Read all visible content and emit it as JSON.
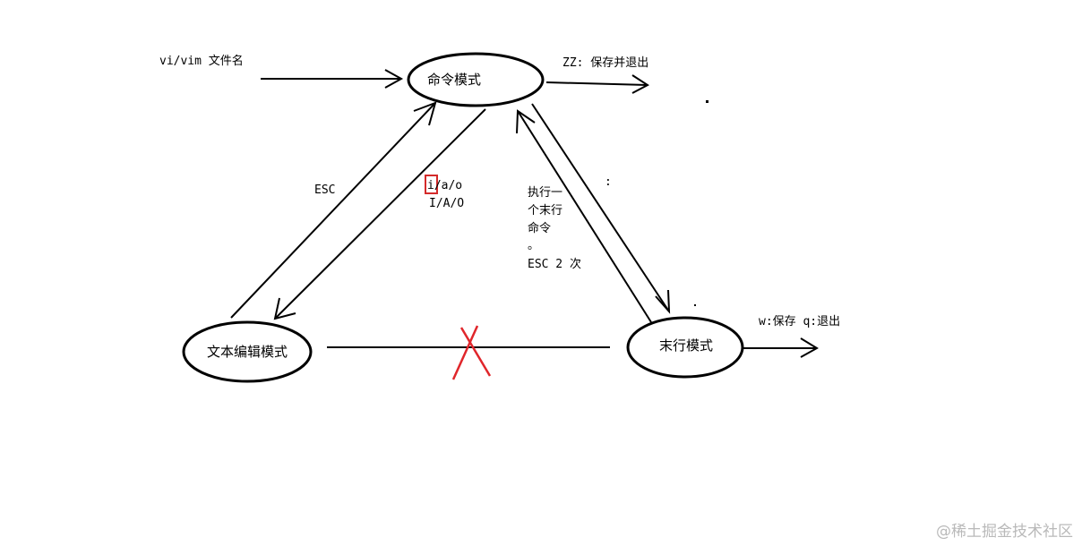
{
  "nodes": {
    "command_mode": "命令模式",
    "edit_mode": "文本编辑模式",
    "lastline_mode": "末行模式"
  },
  "labels": {
    "open": "vi/vim 文件名",
    "zz": "ZZ: 保存并退出",
    "esc": "ESC",
    "insert_1": "i/a/o",
    "insert_2": "I/A/O",
    "exec_1": "执行一",
    "exec_2": "个末行",
    "exec_3": "命令",
    "exec_4": "。",
    "exec_5": "ESC 2 次",
    "colon": ":",
    "wq": "w:保存 q:退出"
  },
  "watermark": "@稀土掘金技术社区",
  "colors": {
    "stroke": "#000000",
    "cross": "#e0262b",
    "highlight": "#d42a2a"
  }
}
